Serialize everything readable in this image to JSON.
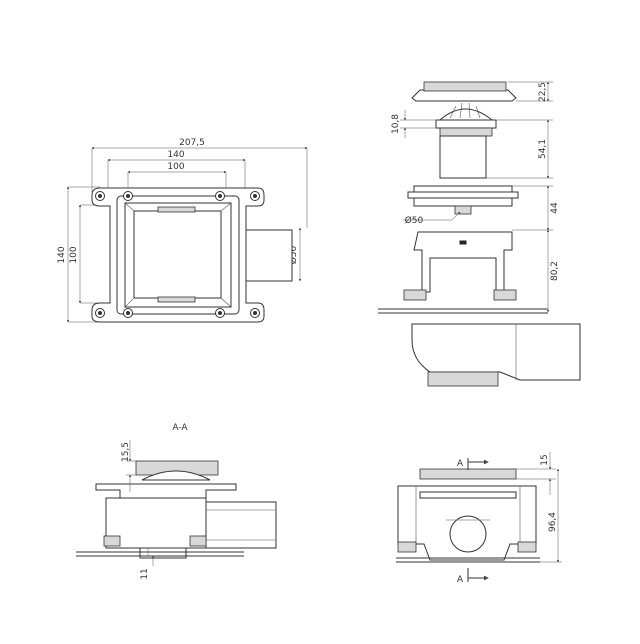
{
  "section_label": "A-A",
  "top_view": {
    "dim_width_overall": "207,5",
    "dim_width_frame": "140",
    "dim_width_inner": "100",
    "dim_height_frame": "140",
    "dim_height_inner": "100",
    "dim_outlet": "Ø50"
  },
  "exploded_view": {
    "dim_grate_height": "22,5",
    "dim_trap_lip": "10,8",
    "dim_trap_height": "54,1",
    "dim_body_height": "44",
    "dim_outlet": "Ø50",
    "dim_stand_height": "80,2"
  },
  "section_view": {
    "dim_top": "15,5",
    "dim_bottom": "11"
  },
  "front_view": {
    "section_mark_top": "A",
    "section_mark_bottom": "A",
    "dim_top": "15",
    "dim_total": "96,4"
  }
}
